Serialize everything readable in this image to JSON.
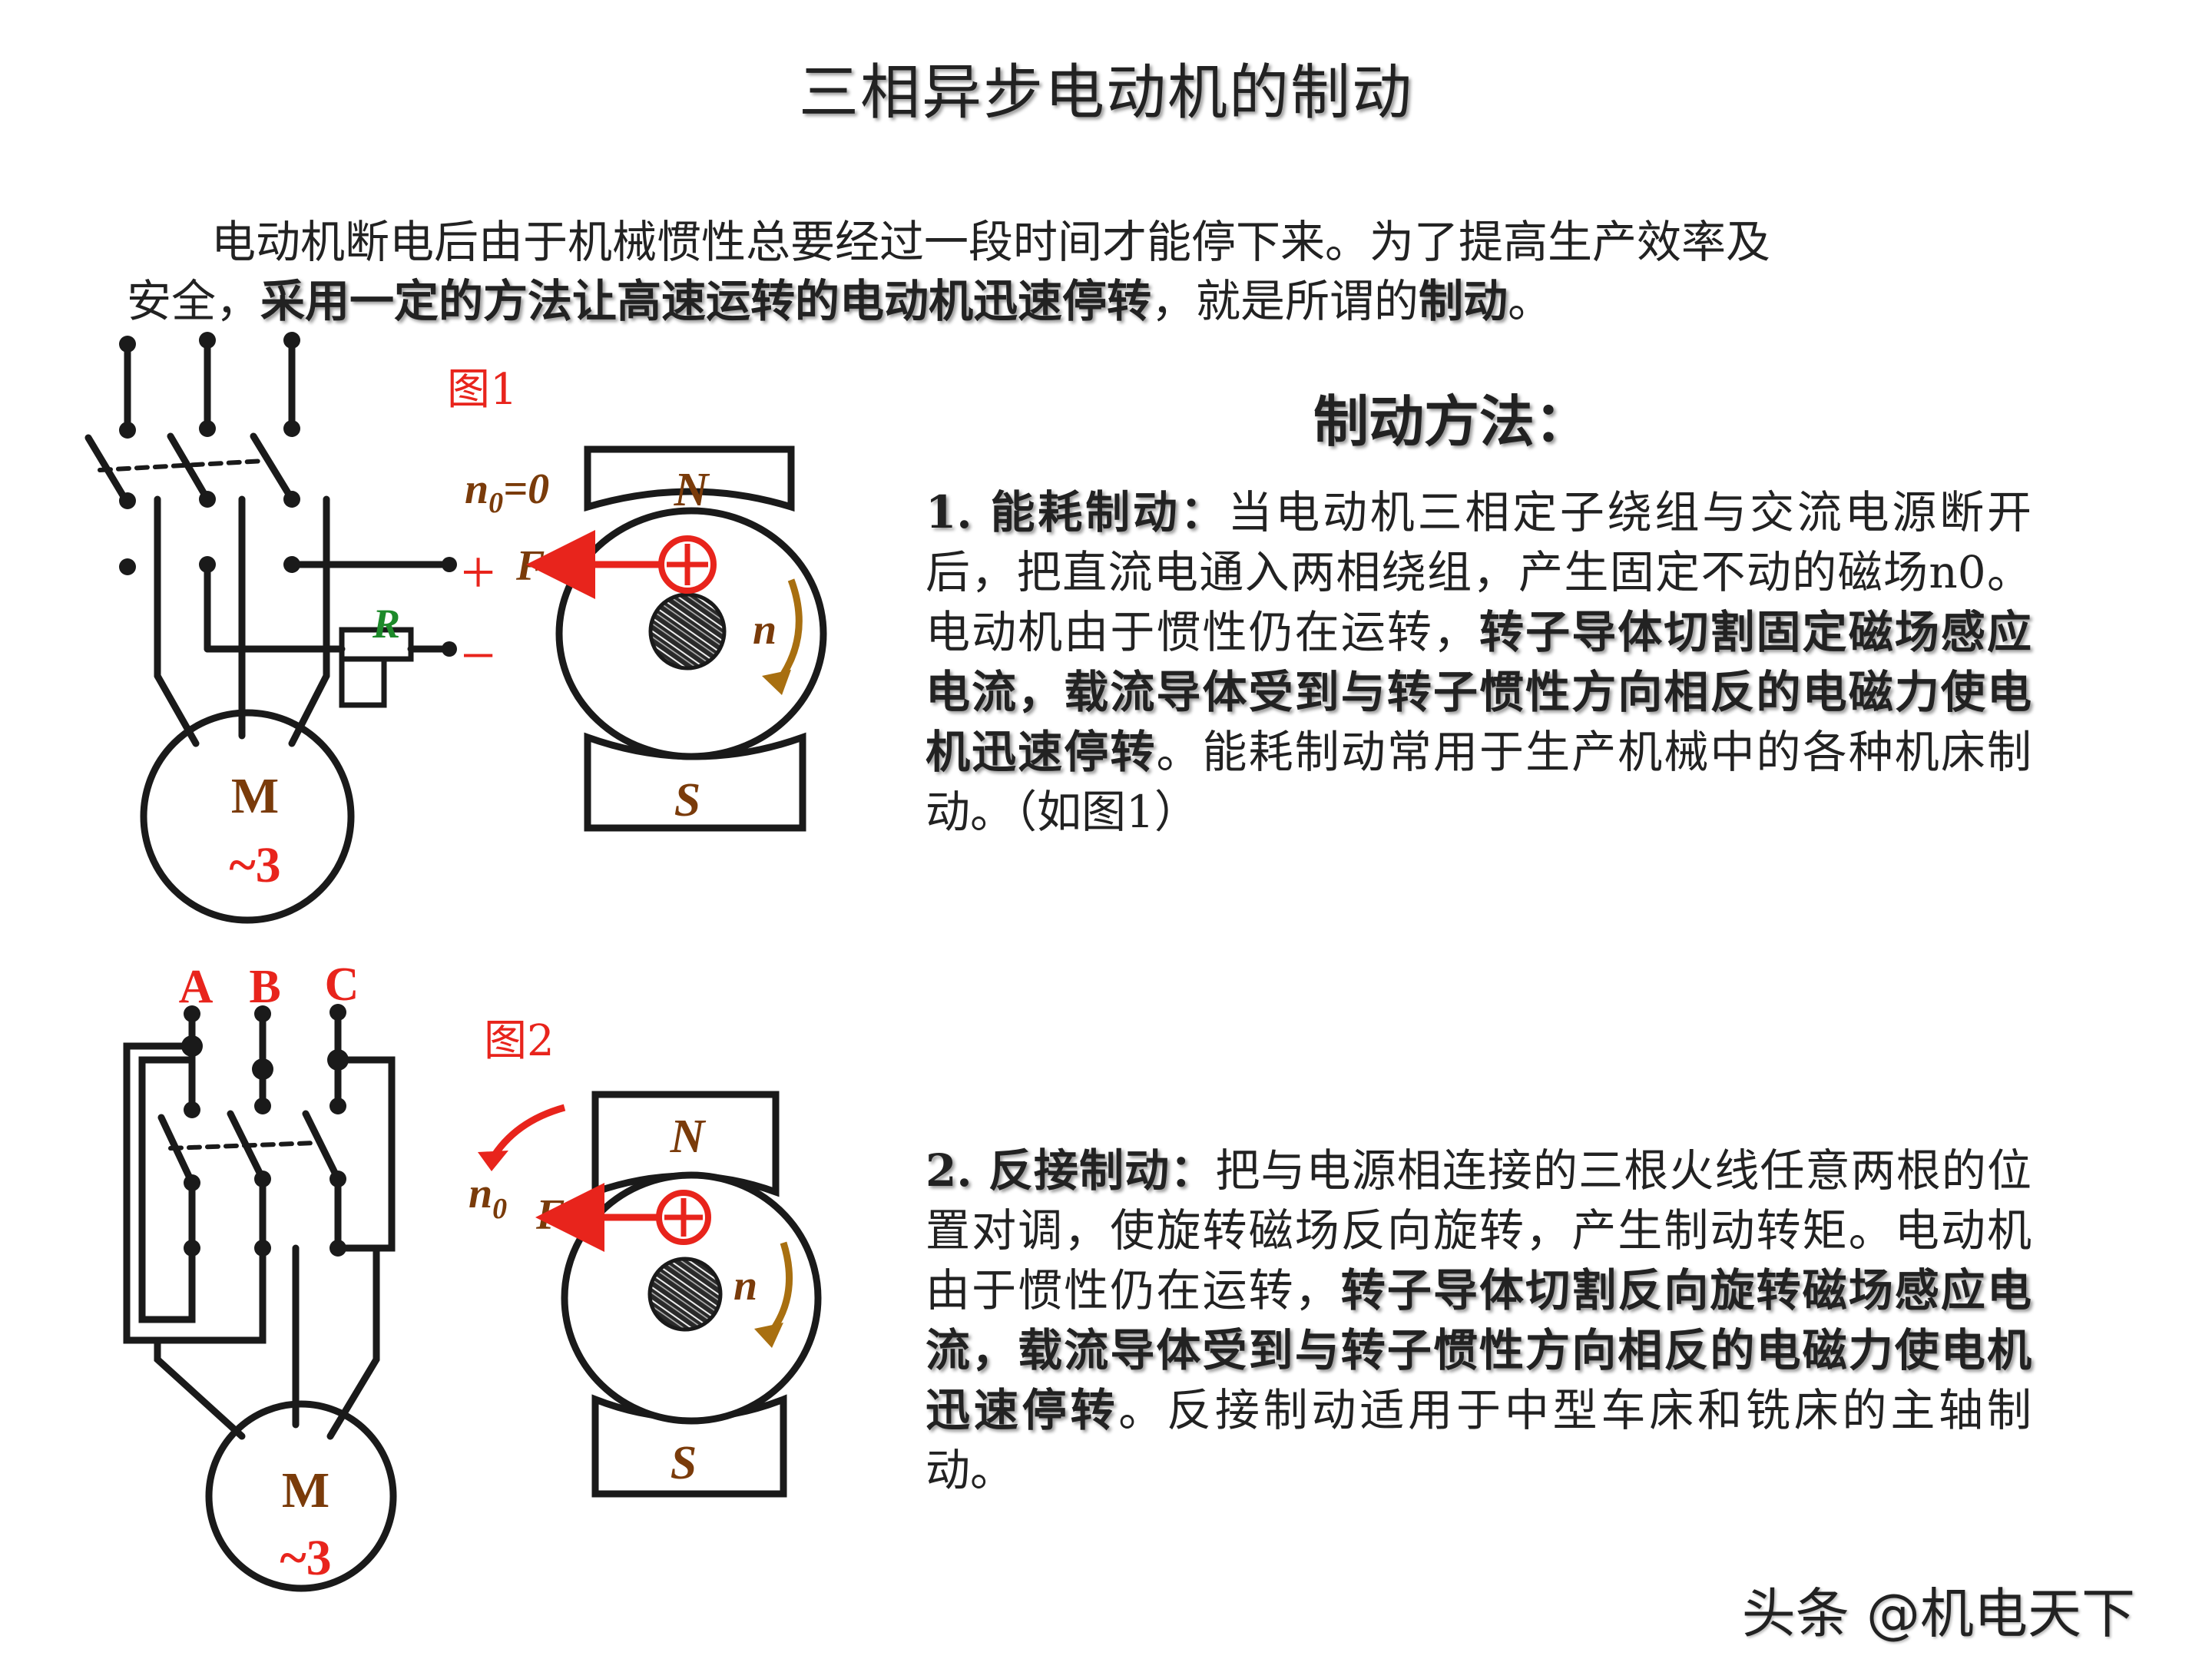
{
  "title": "三相异步电动机的制动",
  "intro": {
    "line1": "电动机断电后由于机械惯性总要经过一段时间才能停下来。为了提高生产效率及",
    "line2_a": "安全，",
    "line2_b": "采用一定的方法让高速运转的电动机迅速停转",
    "line2_c": "，就是所谓的",
    "line2_d": "制动",
    "line2_e": "。"
  },
  "methods_title": "制动方法：",
  "method1": {
    "label": "1. 能耗制动：",
    "text_a": "当电动机三相定子绕组与交流电源断开后，把直流电通入两相绕组，产生固定不动的磁场n0。电动机由于惯性仍在运转，",
    "text_b": "转子导体切割固定磁场感应电流，载流导体受到与转子惯性方向相反的电磁力使电机迅速停转",
    "text_c": "。能耗制动常用于生产机械中的各种机床制动。（如图1）"
  },
  "method2": {
    "label": "2. 反接制动：",
    "text_a": "把与电源相连接的三根火线任意两根的位置对调，使旋转磁场反向旋转，产生制动转矩。电动机由于惯性仍在运转，",
    "text_b": "转子导体切割反向旋转磁场感应电流，载流导体受到与转子惯性方向相反的电磁力使电机迅速停转",
    "text_c": "。反接制动适用于中型车床和铣床的主轴制动。"
  },
  "figure1": {
    "label": "图1",
    "n0_label": "n",
    "n0_sub": "0",
    "n0_value": "=0",
    "plus": "+",
    "minus": "−",
    "force": "F",
    "resistor": "R",
    "pole_n": "N",
    "pole_s": "S",
    "speed": "n",
    "motor_m": "M",
    "motor_phase": "~3"
  },
  "figure2": {
    "label": "图2",
    "phase_a": "A",
    "phase_b": "B",
    "phase_c": "C",
    "n0_label": "n",
    "n0_sub": "0",
    "force": "F",
    "pole_n": "N",
    "pole_s": "S",
    "speed": "n",
    "motor_m": "M",
    "motor_phase": "~3"
  },
  "watermark": "头条 @机电天下",
  "colors": {
    "label_red": "#e8241c",
    "arrow_red": "#e8241c",
    "motor_text": "#7a3b0a",
    "speed_arrow": "#a86f10",
    "line": "#1a1a1a"
  }
}
